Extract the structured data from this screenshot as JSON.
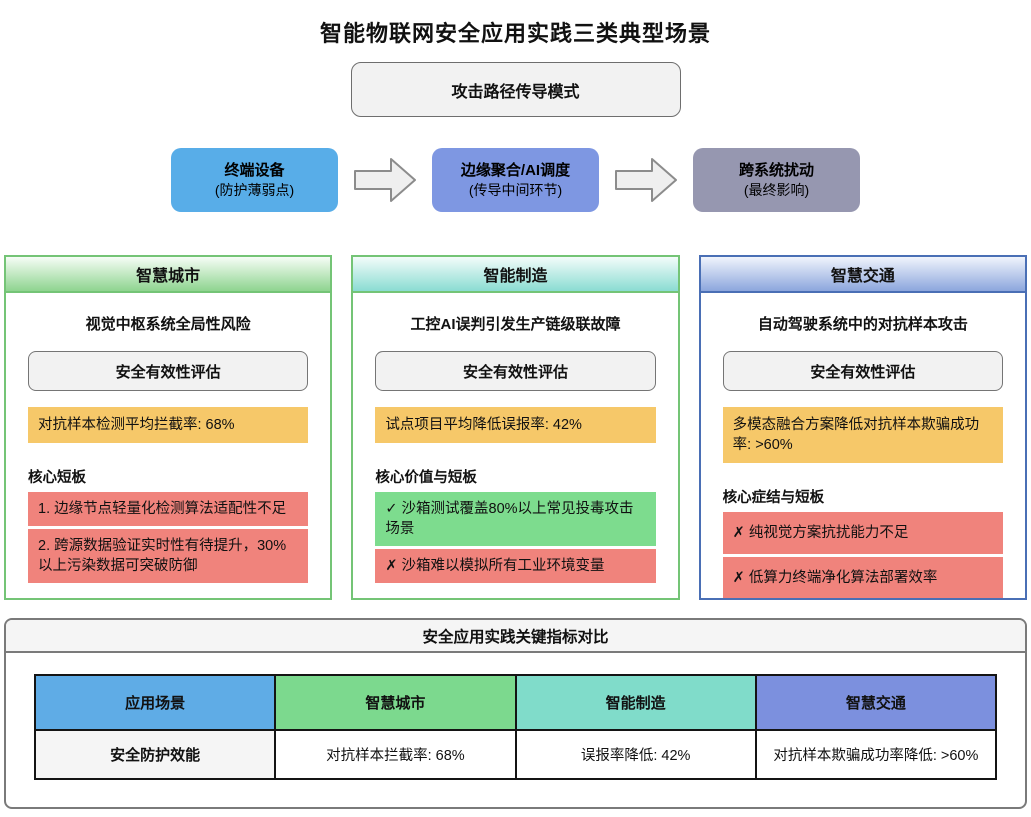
{
  "page": {
    "title": "智能物联网安全应用实践三类典型场景"
  },
  "flow": {
    "header": "攻击路径传导模式",
    "nodes": [
      {
        "title": "终端设备",
        "subtitle": "(防护薄弱点)",
        "color": "#58ade8"
      },
      {
        "title": "边缘聚合/AI调度",
        "subtitle": "(传导中间环节)",
        "color": "#7e97e2"
      },
      {
        "title": "跨系统扰动",
        "subtitle": "(最终影响)",
        "color": "#9697b0"
      }
    ],
    "arrow_fill": "#efefef",
    "arrow_border": "#8c8c8c"
  },
  "cards": [
    {
      "header": "智慧城市",
      "risk_title": "视觉中枢系统全局性风险",
      "assessment_label": "安全有效性评估",
      "metric": "对抗样本检测平均拦截率: 68%",
      "metric_color": "#f6c869",
      "list_label": "核心短板",
      "items": [
        {
          "text": "1. 边缘节点轻量化检测算法适配性不足",
          "color": "#f0837c"
        },
        {
          "text": "2. 跨源数据验证实时性有待提升，30%以上污染数据可突破防御",
          "color": "#f0837c"
        }
      ]
    },
    {
      "header": "智能制造",
      "risk_title": "工控AI误判引发生产链级联故障",
      "assessment_label": "安全有效性评估",
      "metric": "试点项目平均降低误报率: 42%",
      "metric_color": "#f6c869",
      "list_label": "核心价值与短板",
      "items": [
        {
          "text": "✓ 沙箱测试覆盖80%以上常见投毒攻击场景",
          "color": "#7ddc8e"
        },
        {
          "text": "✗ 沙箱难以模拟所有工业环境变量",
          "color": "#f0837c"
        }
      ]
    },
    {
      "header": "智慧交通",
      "risk_title": "自动驾驶系统中的对抗样本攻击",
      "assessment_label": "安全有效性评估",
      "metric": "多模态融合方案降低对抗样本欺骗成功率: >60%",
      "metric_color": "#f6c869",
      "list_label": "核心症结与短板",
      "items": [
        {
          "text": "✗ 纯视觉方案抗扰能力不足",
          "color": "#f0837c"
        },
        {
          "text": "✗ 低算力终端净化算法部署效率",
          "color": "#f0837c"
        }
      ]
    }
  ],
  "comparison": {
    "title": "安全应用实践关键指标对比",
    "table": {
      "headers": [
        {
          "label": "应用场景",
          "color": "#5face6"
        },
        {
          "label": "智慧城市",
          "color": "#7cd98e"
        },
        {
          "label": "智能制造",
          "color": "#80dcca"
        },
        {
          "label": "智慧交通",
          "color": "#7c90de"
        }
      ],
      "row": {
        "label": "安全防护效能",
        "values": [
          "对抗样本拦截率: 68%",
          "误报率降低: 42%",
          "对抗样本欺骗成功率降低: >60%"
        ]
      }
    }
  },
  "colors": {
    "city_header_bottom": "#8ed48f",
    "city_border": "#74c476",
    "manufacturing_header_bottom": "#8adcd2",
    "traffic_header_bottom": "#8ca6dd",
    "traffic_border": "#4a6fb5",
    "table_border": "#141414",
    "panel_border": "#7a7a7a",
    "panel_bg": "#f5f5f5"
  }
}
